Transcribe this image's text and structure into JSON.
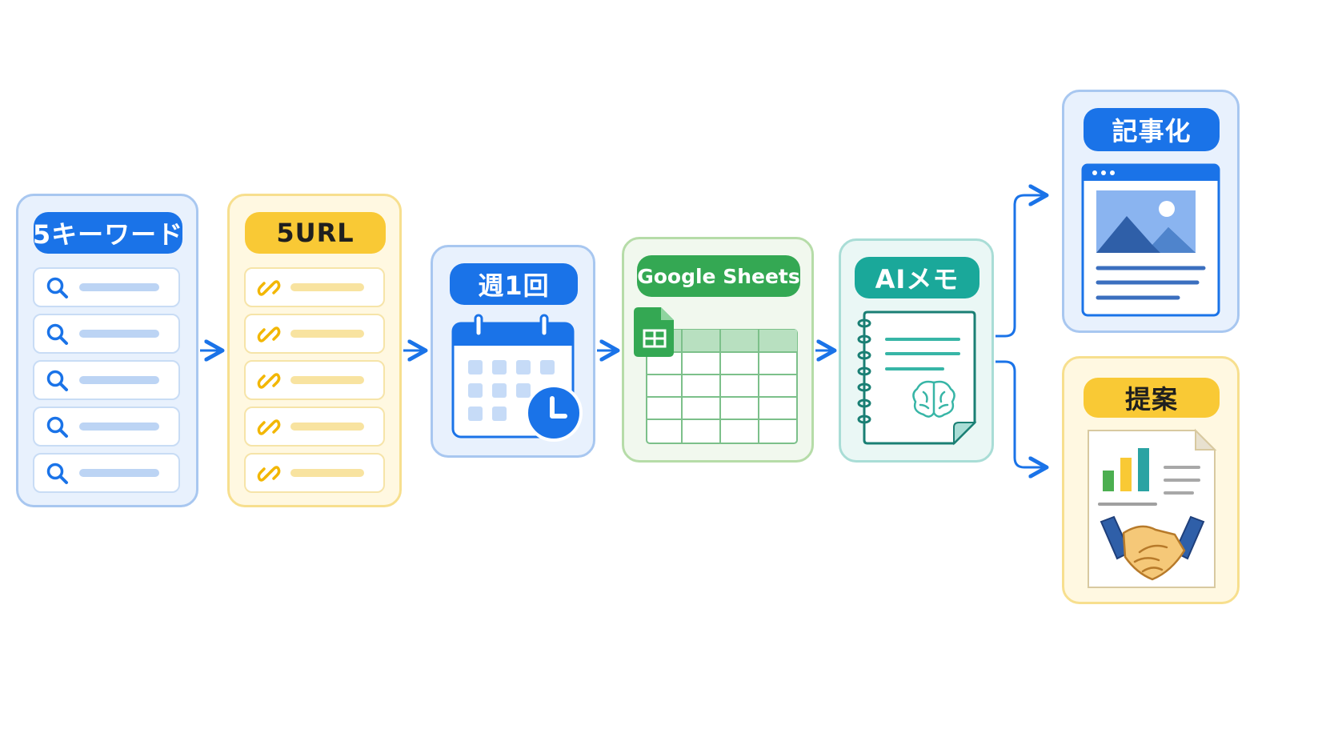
{
  "colors": {
    "blue": "#1a73e8",
    "blue_light": "#e8f1fd",
    "blue_border": "#a8c7f0",
    "yellow": "#f9c935",
    "yellow_light": "#fff8e1",
    "yellow_border": "#f7df8e",
    "green": "#34a853",
    "green_light": "#f1f8ee",
    "green_border": "#b6dca8",
    "teal": "#1aa89a",
    "teal_light": "#eaf7f5",
    "teal_border": "#a9ddd6",
    "arrow": "#1a73e8"
  },
  "steps": {
    "keywords": {
      "label": "5キーワード",
      "row_icon": "search-icon"
    },
    "urls": {
      "label": "5URL",
      "row_icon": "link-icon"
    },
    "schedule": {
      "label": "週1回",
      "icon": "calendar-clock-icon"
    },
    "sheets": {
      "label": "Google Sheets",
      "icon": "spreadsheet-icon"
    },
    "memo": {
      "label": "AIメモ",
      "icon": "notebook-brain-icon"
    },
    "article": {
      "label": "記事化",
      "icon": "webpage-image-icon"
    },
    "proposal": {
      "label": "提案",
      "icon": "handshake-report-icon"
    }
  }
}
